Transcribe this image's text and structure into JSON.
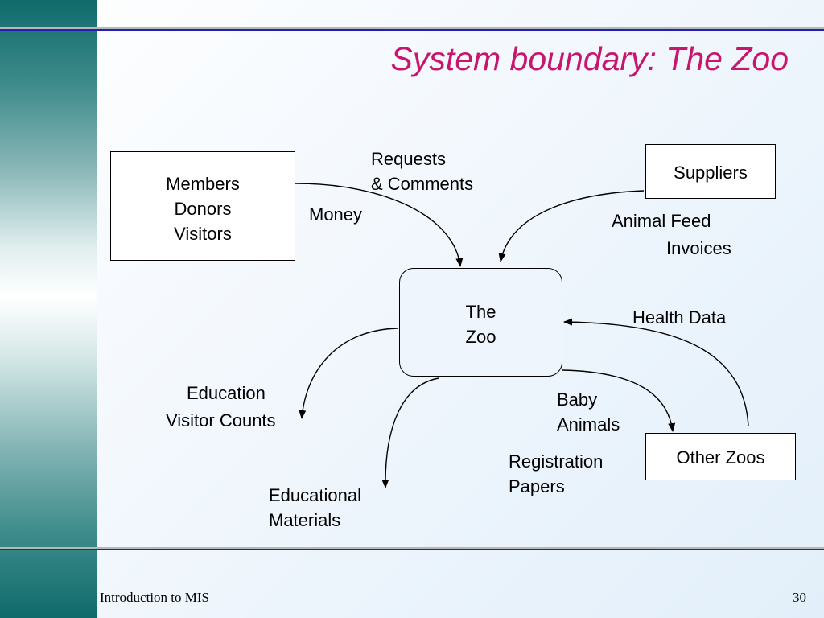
{
  "slide": {
    "title": "System boundary:  The Zoo",
    "footer_text": "Introduction to MIS",
    "page_number": "30"
  },
  "colors": {
    "title": "#c8166e",
    "rule_blue": "#2020b8",
    "rule_gray": "#b8b8b8",
    "sidebar": "#3f8c8c"
  },
  "diagram": {
    "entities": {
      "members": [
        "Members",
        "Donors",
        "Visitors"
      ],
      "suppliers": "Suppliers",
      "zoo": [
        "The",
        "Zoo"
      ],
      "other_zoos": "Other Zoos"
    },
    "flow_labels": {
      "requests": [
        "Requests",
        "& Comments"
      ],
      "money": "Money",
      "animal_feed": "Animal Feed",
      "invoices": "Invoices",
      "health_data": "Health Data",
      "education": "Education",
      "visitor_counts": "Visitor Counts",
      "baby_animals": [
        "Baby",
        "Animals"
      ],
      "registration_papers": [
        "Registration",
        "Papers"
      ],
      "educational_materials": [
        "Educational",
        "Materials"
      ]
    }
  }
}
